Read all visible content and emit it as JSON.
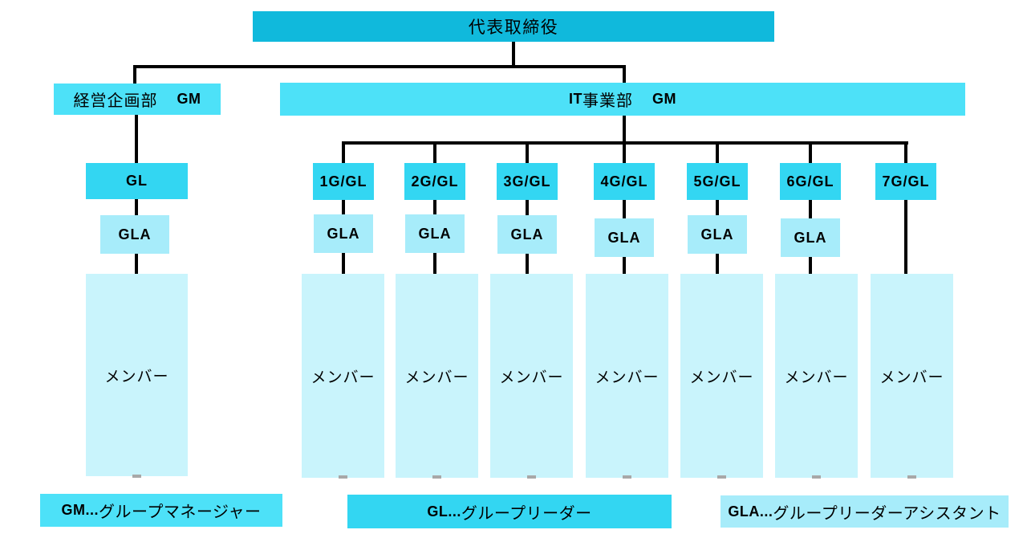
{
  "colors": {
    "background": "#ffffff",
    "top_box": "#10b9dc",
    "dept_box": "#4de1f8",
    "leader_box": "#33d6f2",
    "assistant_box": "#a7ecfa",
    "member_box": "#c9f4fc",
    "connector": "#000000",
    "stub": "#a8a8a8"
  },
  "root": {
    "label": "代表取締役"
  },
  "departments": [
    {
      "name": "経営企画部",
      "role": "GM"
    },
    {
      "name_latin": "IT",
      "name_jp": "事業部",
      "role": "GM"
    }
  ],
  "planning_group": {
    "leader": "GL",
    "assistant": "GLA",
    "member": "メンバー"
  },
  "it_groups": [
    {
      "leader": "1G/GL",
      "assistant": "GLA",
      "member": "メンバー"
    },
    {
      "leader": "2G/GL",
      "assistant": "GLA",
      "member": "メンバー"
    },
    {
      "leader": "3G/GL",
      "assistant": "GLA",
      "member": "メンバー"
    },
    {
      "leader": "4G/GL",
      "assistant": "GLA",
      "member": "メンバー"
    },
    {
      "leader": "5G/GL",
      "assistant": "GLA",
      "member": "メンバー"
    },
    {
      "leader": "6G/GL",
      "assistant": "GLA",
      "member": "メンバー"
    },
    {
      "leader": "7G/GL",
      "member": "メンバー"
    }
  ],
  "legend": [
    {
      "abbr": "GM",
      "dots": "...",
      "label": "グループマネージャー"
    },
    {
      "abbr": "GL",
      "dots": "...",
      "label": "グループリーダー"
    },
    {
      "abbr": "GLA",
      "dots": "...",
      "label": "グループリーダーアシスタント"
    }
  ]
}
